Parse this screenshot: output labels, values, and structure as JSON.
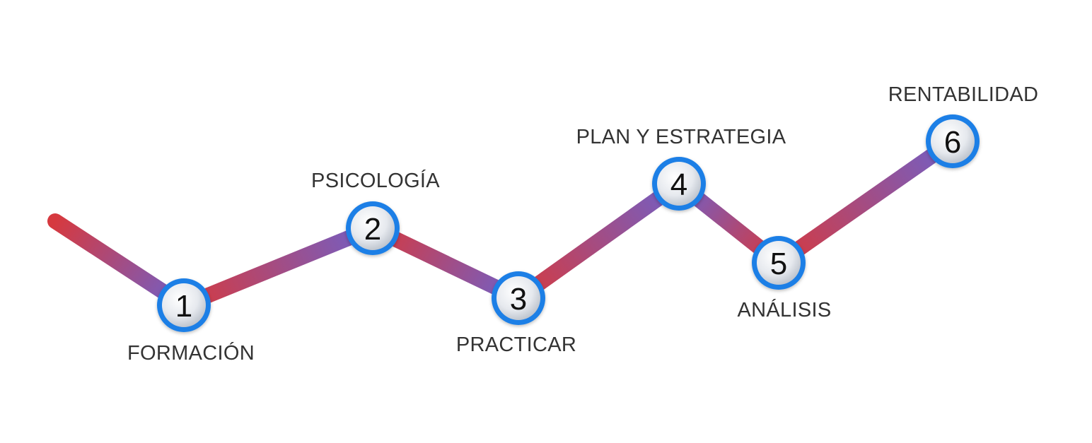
{
  "diagram": {
    "steps": [
      {
        "number": "1",
        "label": "FORMACIÓN"
      },
      {
        "number": "2",
        "label": "PSICOLOGÍA"
      },
      {
        "number": "3",
        "label": "PRACTICAR"
      },
      {
        "number": "4",
        "label": "PLAN Y ESTRATEGIA"
      },
      {
        "number": "5",
        "label": "ANÁLISIS"
      },
      {
        "number": "6",
        "label": "RENTABILIDAD"
      }
    ],
    "colors": {
      "line_red": "#d6393f",
      "line_purple": "#7060c8",
      "node_ring": "#1e7fe6",
      "node_fill": "#eceff3",
      "label": "#333333"
    }
  }
}
